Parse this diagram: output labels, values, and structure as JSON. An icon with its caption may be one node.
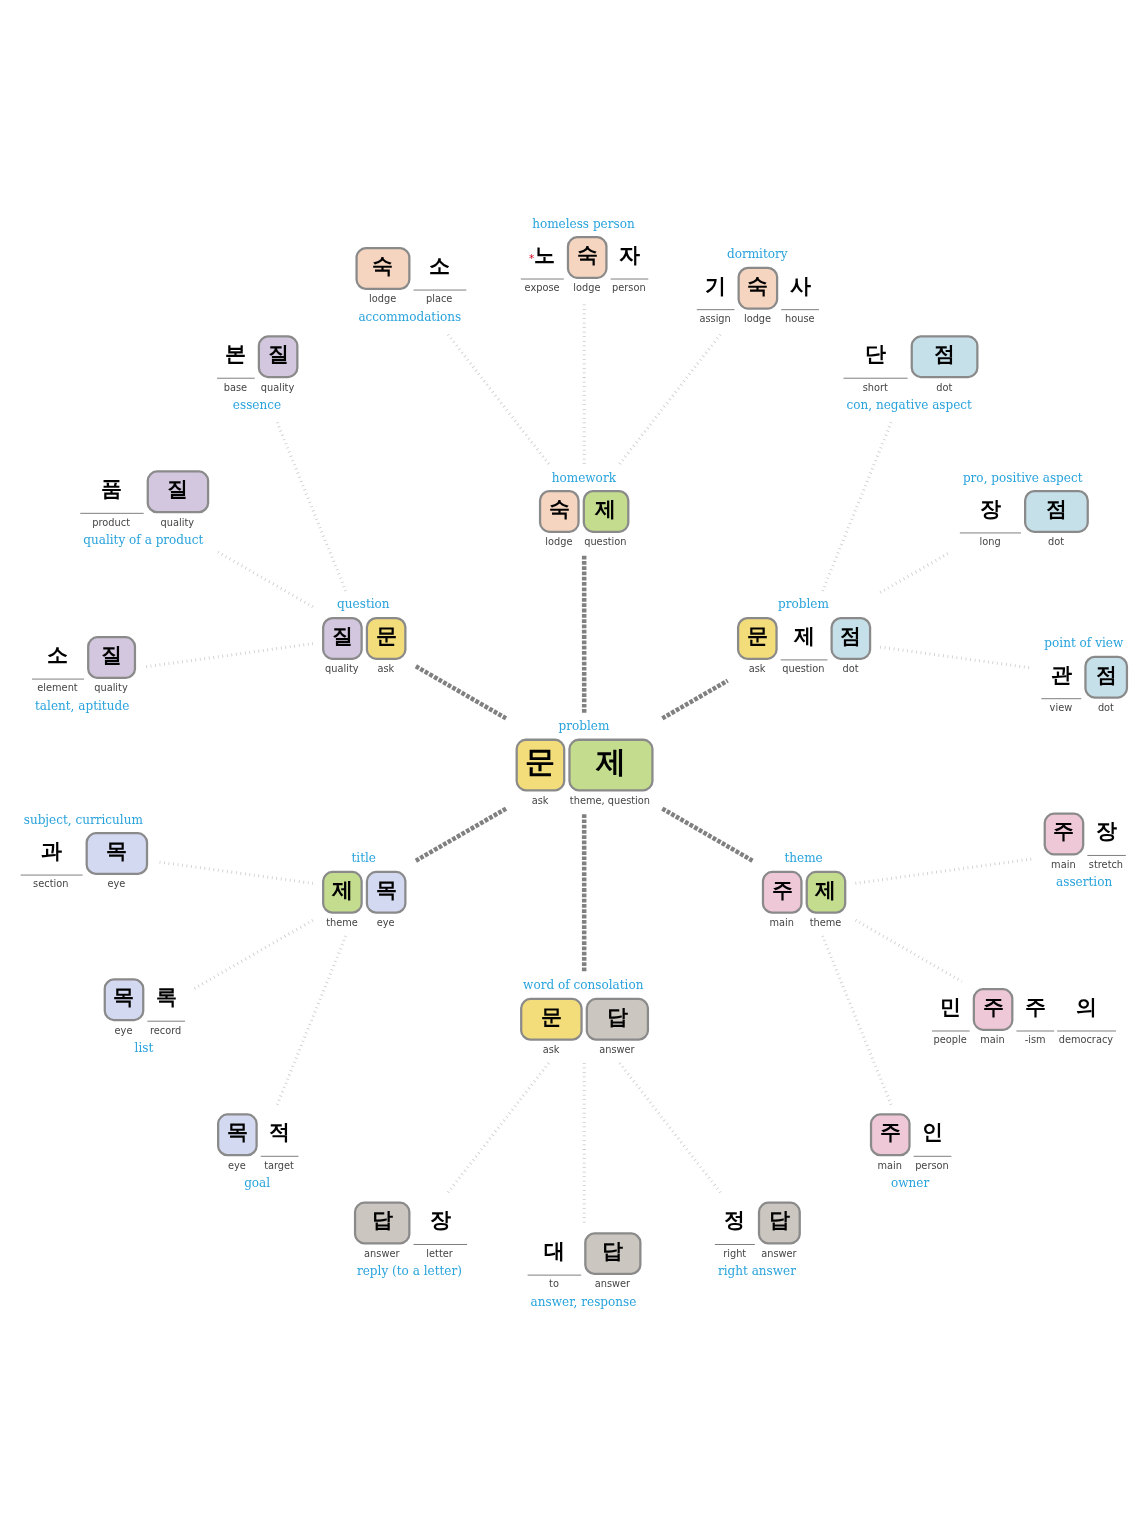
{
  "diagram": {
    "nodes": [
      {
        "text": [
          "problem",
          "문",
          "제",
          "ask",
          "theme, question"
        ]
      },
      {
        "text": [
          "problem",
          "문",
          "제",
          "점",
          "ask",
          "question",
          "dot"
        ]
      },
      {
        "text": [
          "point of view",
          "관",
          "점",
          "view",
          "dot"
        ]
      },
      {
        "text": [
          "pro, positive aspect",
          "장",
          "점",
          "long",
          "dot"
        ]
      },
      {
        "text": [
          "단",
          "점",
          "short",
          "dot",
          "con, negative aspect"
        ]
      },
      {
        "text": [
          "homework",
          "숙",
          "제",
          "lodge",
          "question"
        ]
      },
      {
        "text": [
          "dormitory",
          "기",
          "숙",
          "사",
          "assign",
          "lodge",
          "house"
        ]
      },
      {
        "text": [
          "homeless person",
          "*",
          "노",
          "숙",
          "자",
          "expose",
          "lodge",
          "person"
        ]
      },
      {
        "text": [
          "숙",
          "소",
          "lodge",
          "place",
          "accommodations"
        ]
      },
      {
        "text": [
          "question",
          "질",
          "문",
          "quality",
          "ask"
        ]
      },
      {
        "text": [
          "본",
          "질",
          "base",
          "quality",
          "essence"
        ]
      },
      {
        "text": [
          "품",
          "질",
          "product",
          "quality",
          "quality of a product"
        ]
      },
      {
        "text": [
          "소",
          "질",
          "element",
          "quality",
          "talent, aptitude"
        ]
      },
      {
        "text": [
          "title",
          "제",
          "목",
          "theme",
          "eye"
        ]
      },
      {
        "text": [
          "subject, curriculum",
          "과",
          "목",
          "section",
          "eye"
        ]
      },
      {
        "text": [
          "목",
          "록",
          "eye",
          "record",
          "list"
        ]
      },
      {
        "text": [
          "목",
          "적",
          "eye",
          "target",
          "goal"
        ]
      },
      {
        "text": [
          "word of consolation",
          "문",
          "답",
          "ask",
          "answer"
        ]
      },
      {
        "text": [
          "답",
          "장",
          "answer",
          "letter",
          "reply (to a letter)"
        ]
      },
      {
        "text": [
          "대",
          "답",
          "to",
          "answer",
          "answer, response"
        ]
      },
      {
        "text": [
          "정",
          "답",
          "right",
          "answer",
          "right answer"
        ]
      },
      {
        "text": [
          "theme",
          "주",
          "제",
          "main",
          "theme"
        ]
      },
      {
        "text": [
          "주",
          "인",
          "main",
          "person",
          "owner"
        ]
      },
      {
        "text": [
          "민",
          "주",
          "주",
          "의",
          "people",
          "main",
          "-ism",
          "democracy"
        ]
      },
      {
        "text": [
          "주",
          "장",
          "main",
          "stretch",
          "assertion"
        ]
      }
    ],
    "edges": [
      {
        "from": 0,
        "to": 1,
        "arrow": "none",
        "style": "dashed",
        "color": "#808080"
      },
      {
        "from": 0,
        "to": 5,
        "arrow": "none",
        "style": "dashed",
        "color": "#808080"
      },
      {
        "from": 0,
        "to": 9,
        "arrow": "none",
        "style": "dashed",
        "color": "#808080"
      },
      {
        "from": 0,
        "to": 13,
        "arrow": "none",
        "style": "dashed",
        "color": "#808080"
      },
      {
        "from": 0,
        "to": 17,
        "arrow": "none",
        "style": "dashed",
        "color": "#808080"
      },
      {
        "from": 0,
        "to": 21,
        "arrow": "none",
        "style": "dashed",
        "color": "#808080"
      },
      {
        "from": 1,
        "to": 2,
        "arrow": "none"
      },
      {
        "from": 1,
        "to": 3,
        "arrow": "none"
      },
      {
        "from": 1,
        "to": 4,
        "arrow": "none"
      },
      {
        "from": 5,
        "to": 6,
        "arrow": "none"
      },
      {
        "from": 5,
        "to": 7,
        "arrow": "none"
      },
      {
        "from": 5,
        "to": 8,
        "arrow": "none"
      },
      {
        "from": 9,
        "to": 10,
        "arrow": "none"
      },
      {
        "from": 9,
        "to": 11,
        "arrow": "none"
      },
      {
        "from": 9,
        "to": 12,
        "arrow": "none"
      },
      {
        "from": 13,
        "to": 14,
        "arrow": "none"
      },
      {
        "from": 13,
        "to": 15,
        "arrow": "none"
      },
      {
        "from": 13,
        "to": 16,
        "arrow": "none"
      },
      {
        "from": 17,
        "to": 18,
        "arrow": "none"
      },
      {
        "from": 17,
        "to": 19,
        "arrow": "none"
      },
      {
        "from": 17,
        "to": 20,
        "arrow": "none"
      },
      {
        "from": 21,
        "to": 22,
        "arrow": "none"
      },
      {
        "from": 21,
        "to": 23,
        "arrow": "none"
      },
      {
        "from": 21,
        "to": 24,
        "arrow": "none"
      }
    ]
  }
}
